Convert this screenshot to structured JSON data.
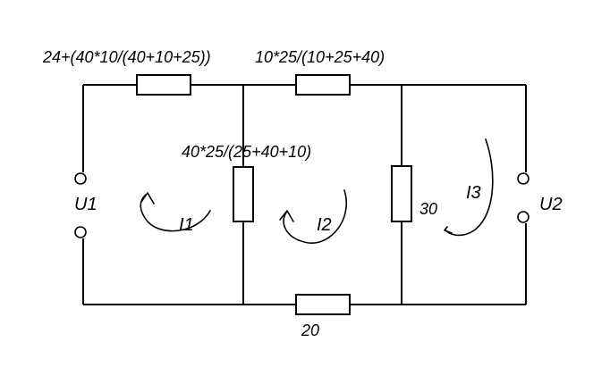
{
  "resistors": {
    "r_top_left": "24+(40*10/(40+10+25))",
    "r_top_right": "10*25/(10+25+40)",
    "r_middle": "40*25/(25+40+10)",
    "r_right": "30",
    "r_bottom": "20"
  },
  "sources": {
    "left": "U1",
    "right": "U2"
  },
  "currents": {
    "loop1": "I1",
    "loop2": "I2",
    "loop3": "I3"
  }
}
